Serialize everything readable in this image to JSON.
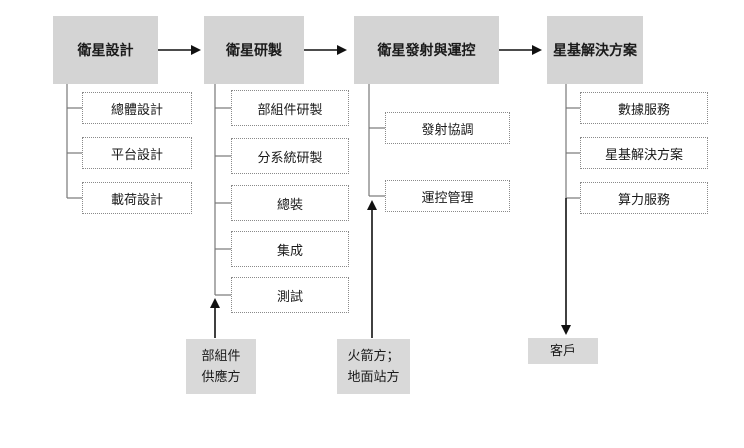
{
  "stages": [
    {
      "title": "衛星設計"
    },
    {
      "title": "衛星研製"
    },
    {
      "title": "衛星發射與運控"
    },
    {
      "title": "星基解決方案"
    }
  ],
  "design_items": [
    "總體設計",
    "平台設計",
    "載荷設計"
  ],
  "manufacture_items": [
    "部組件研製",
    "分系統研製",
    "總裝",
    "集成",
    "測試"
  ],
  "launch_items": [
    "發射協調",
    "運控管理"
  ],
  "solution_items": [
    "數據服務",
    "星基解決方案",
    "算力服務"
  ],
  "external": {
    "supplier": [
      "部組件",
      "供應方"
    ],
    "launch_party": [
      "火箭方；",
      "地面站方"
    ],
    "customer": "客戶"
  }
}
